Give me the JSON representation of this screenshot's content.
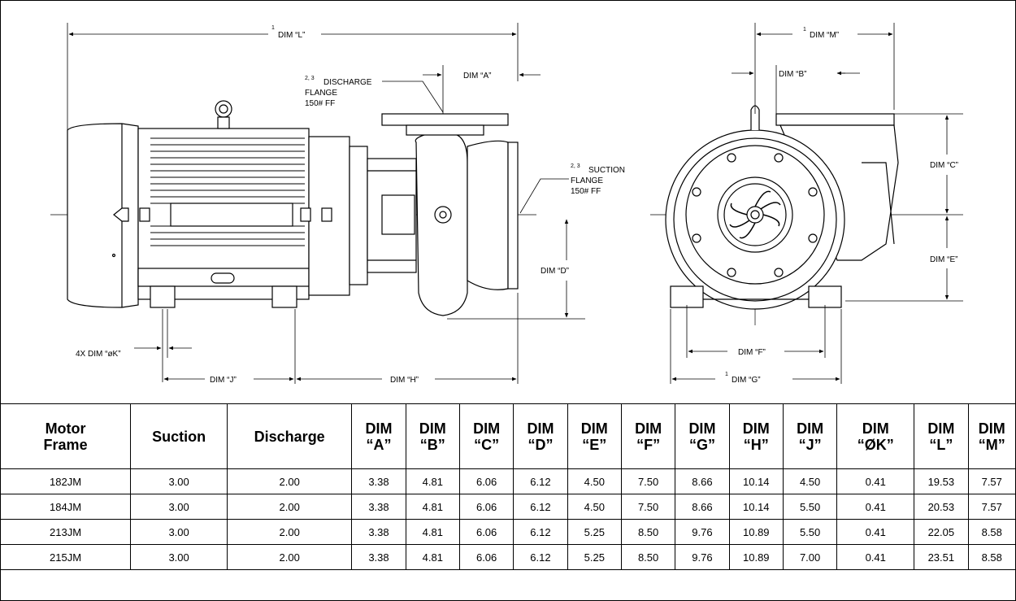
{
  "drawing": {
    "side_view": {
      "dim_L": {
        "sup": "1",
        "label": "DIM “L”"
      },
      "dim_A": "DIM “A”",
      "discharge_flange": {
        "sup": "2, 3",
        "lines": [
          "DISCHARGE",
          "FLANGE",
          "150# FF"
        ]
      },
      "suction_flange": {
        "sup": "2, 3",
        "lines": [
          "SUCTION",
          "FLANGE",
          "150# FF"
        ]
      },
      "dim_D": "DIM “D”",
      "dim_K": "4X DIM “øK”",
      "dim_J": "DIM “J”",
      "dim_H": "DIM “H”"
    },
    "end_view": {
      "dim_M": {
        "sup": "1",
        "label": "DIM “M”"
      },
      "dim_B": "DIM “B”",
      "dim_C": "DIM “C”",
      "dim_E": "DIM “E”",
      "dim_F": "DIM “F”",
      "dim_G": {
        "sup": "1",
        "label": "DIM “G”"
      }
    }
  },
  "table": {
    "headers": [
      [
        "Motor",
        "Frame"
      ],
      [
        "Suction"
      ],
      [
        "Discharge"
      ],
      [
        "DIM",
        "“A”"
      ],
      [
        "DIM",
        "“B”"
      ],
      [
        "DIM",
        "“C”"
      ],
      [
        "DIM",
        "“D”"
      ],
      [
        "DIM",
        "“E”"
      ],
      [
        "DIM",
        "“F”"
      ],
      [
        "DIM",
        "“G”"
      ],
      [
        "DIM",
        "“H”"
      ],
      [
        "DIM",
        "“J”"
      ],
      [
        "DIM",
        "“ØK”"
      ],
      [
        "DIM",
        "“L”"
      ],
      [
        "DIM",
        "“M”"
      ]
    ],
    "rows": [
      [
        "182JM",
        "3.00",
        "2.00",
        "3.38",
        "4.81",
        "6.06",
        "6.12",
        "4.50",
        "7.50",
        "8.66",
        "10.14",
        "4.50",
        "0.41",
        "19.53",
        "7.57"
      ],
      [
        "184JM",
        "3.00",
        "2.00",
        "3.38",
        "4.81",
        "6.06",
        "6.12",
        "4.50",
        "7.50",
        "8.66",
        "10.14",
        "5.50",
        "0.41",
        "20.53",
        "7.57"
      ],
      [
        "213JM",
        "3.00",
        "2.00",
        "3.38",
        "4.81",
        "6.06",
        "6.12",
        "5.25",
        "8.50",
        "9.76",
        "10.89",
        "5.50",
        "0.41",
        "22.05",
        "8.58"
      ],
      [
        "215JM",
        "3.00",
        "2.00",
        "3.38",
        "4.81",
        "6.06",
        "6.12",
        "5.25",
        "8.50",
        "9.76",
        "10.89",
        "7.00",
        "0.41",
        "23.51",
        "8.58"
      ]
    ]
  }
}
